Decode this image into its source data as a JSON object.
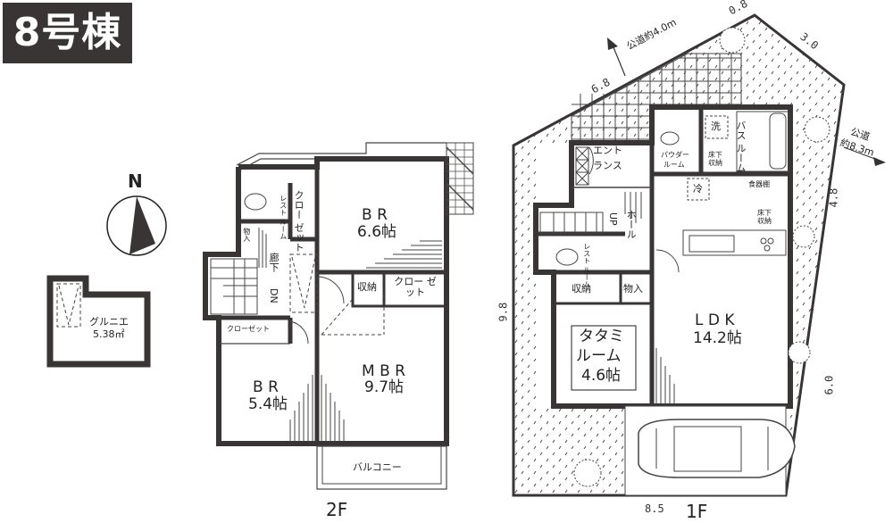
{
  "header": {
    "building_label": "8号棟"
  },
  "compass": {
    "north_label": "N"
  },
  "loft": {
    "name": "グルニエ",
    "area": "5.38㎡"
  },
  "floor2": {
    "label": "2F",
    "rooms": {
      "br_north": {
        "name": "B R",
        "size": "6.6帖"
      },
      "br_south": {
        "name": "B R",
        "size": "5.4帖"
      },
      "mbr": {
        "name": "M B R",
        "size": "9.7帖"
      },
      "balcony": {
        "name": "バルコニー"
      },
      "restroom": {
        "name": "レスト ルーム"
      },
      "closet_v": {
        "name": "クロー ゼット"
      },
      "storage_small": {
        "name": "物入"
      },
      "corridor": {
        "name": "廊下"
      },
      "stairs_dn": {
        "name": "DN"
      },
      "storage": {
        "name": "収納"
      },
      "closet_2": {
        "name": "クロー ゼット"
      },
      "closet_wide": {
        "name": "クローゼット"
      }
    }
  },
  "floor1": {
    "label": "1F",
    "rooms": {
      "entrance": {
        "name_line1": "エント",
        "name_line2": "ランス"
      },
      "hall": {
        "name": "ホール"
      },
      "stairs_up": {
        "name": "UP"
      },
      "restroom": {
        "name": "レスト ルーム"
      },
      "storage": {
        "name": "収納"
      },
      "storage_small": {
        "name": "物入"
      },
      "tatami": {
        "name_line1": "タタミ",
        "name_line2": "ルーム",
        "size": "4.6帖"
      },
      "ldk": {
        "name": "L D K",
        "size": "14.2帖"
      },
      "powder_room": {
        "name_line1": "パウダー",
        "name_line2": "ルーム"
      },
      "bathroom": {
        "name": "バス ルーム"
      },
      "washer": {
        "name": "洗"
      },
      "fridge": {
        "name": "冷"
      },
      "dish_cabinet": {
        "name": "食器棚"
      },
      "underfloor_storage_1": {
        "name": "床下 収納"
      },
      "underfloor_storage_2": {
        "name": "床下 収納"
      }
    }
  },
  "site": {
    "road_north": "公道約4.0m",
    "road_east_line1": "公道",
    "road_east_line2": "約8.3m",
    "dimensions": {
      "north_west": "6.8",
      "north_corner": "0.8",
      "north_east": "3.0",
      "east_upper": "4.8",
      "east_lower": "6.0",
      "west": "9.8",
      "south": "8.5"
    }
  }
}
